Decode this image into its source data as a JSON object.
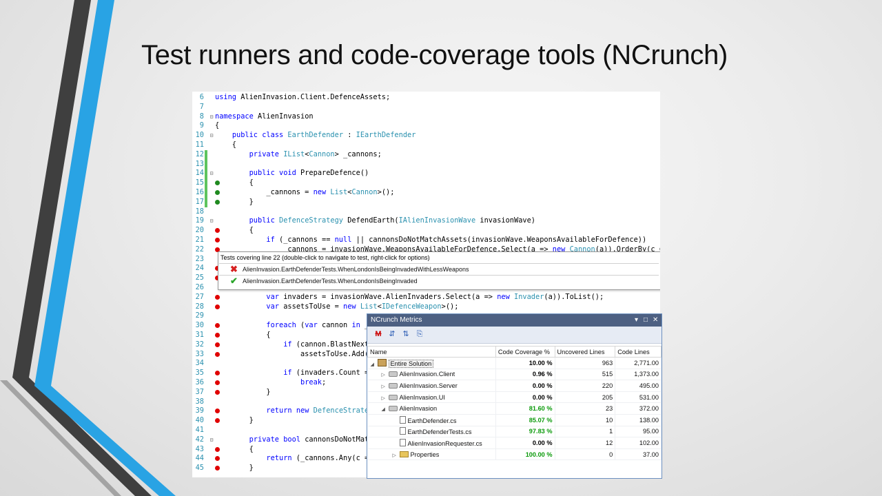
{
  "slide": {
    "title": "Test runners and code-coverage tools (NCrunch)"
  },
  "colors": {
    "accent_blue": "#29a3e4",
    "accent_dark": "#3d3d3d",
    "covered_marker": "#1f8a1f",
    "uncovered_marker": "#e00000",
    "good_coverage_text": "#0b9a0b"
  },
  "editor": {
    "lines": [
      {
        "n": "6",
        "code": "using AlienInvasion.Client.DefenceAssets;",
        "marker": "",
        "outline": ""
      },
      {
        "n": "7",
        "code": "",
        "marker": "",
        "outline": ""
      },
      {
        "n": "8",
        "code": "namespace AlienInvasion",
        "marker": "",
        "outline": "minus"
      },
      {
        "n": "9",
        "code": "{",
        "marker": "",
        "outline": ""
      },
      {
        "n": "10",
        "code": "    public class EarthDefender : IEarthDefender",
        "marker": "",
        "outline": "minus"
      },
      {
        "n": "11",
        "code": "    {",
        "marker": "",
        "outline": ""
      },
      {
        "n": "12",
        "code": "        private IList<Cannon> _cannons;",
        "marker": "",
        "outline": ""
      },
      {
        "n": "13",
        "code": "",
        "marker": "",
        "outline": ""
      },
      {
        "n": "14",
        "code": "        public void PrepareDefence()",
        "marker": "",
        "outline": "minus"
      },
      {
        "n": "15",
        "code": "        {",
        "marker": "green",
        "outline": ""
      },
      {
        "n": "16",
        "code": "            _cannons = new List<Cannon>();",
        "marker": "green",
        "outline": ""
      },
      {
        "n": "17",
        "code": "        }",
        "marker": "green",
        "outline": ""
      },
      {
        "n": "18",
        "code": "",
        "marker": "",
        "outline": ""
      },
      {
        "n": "19",
        "code": "        public DefenceStrategy DefendEarth(IAlienInvasionWave invasionWave)",
        "marker": "",
        "outline": "minus"
      },
      {
        "n": "20",
        "code": "        {",
        "marker": "red",
        "outline": ""
      },
      {
        "n": "21",
        "code": "            if (_cannons == null || cannonsDoNotMatchAssets(invasionWave.WeaponsAvailableForDefence))",
        "marker": "red",
        "outline": ""
      },
      {
        "n": "22",
        "code": "                _cannons = invasionWave.WeaponsAvailableForDefence.Select(a => new Cannon(a)).OrderBy(c =>",
        "marker": "red",
        "outline": ""
      },
      {
        "n": "23",
        "code": "",
        "marker": "",
        "outline": ""
      },
      {
        "n": "24",
        "code": "",
        "marker": "red",
        "outline": ""
      },
      {
        "n": "25",
        "code": "",
        "marker": "red",
        "outline": ""
      },
      {
        "n": "26",
        "code": "",
        "marker": "",
        "outline": ""
      },
      {
        "n": "27",
        "code": "            var invaders = invasionWave.AlienInvaders.Select(a => new Invader(a)).ToList();",
        "marker": "red",
        "outline": ""
      },
      {
        "n": "28",
        "code": "            var assetsToUse = new List<IDefenceWeapon>();",
        "marker": "red",
        "outline": ""
      },
      {
        "n": "29",
        "code": "",
        "marker": "",
        "outline": ""
      },
      {
        "n": "30",
        "code": "            foreach (var cannon in _",
        "marker": "red",
        "outline": ""
      },
      {
        "n": "31",
        "code": "            {",
        "marker": "red",
        "outline": ""
      },
      {
        "n": "32",
        "code": "                if (cannon.BlastNext",
        "marker": "red",
        "outline": ""
      },
      {
        "n": "33",
        "code": "                    assetsToUse.Add(",
        "marker": "red",
        "outline": ""
      },
      {
        "n": "34",
        "code": "",
        "marker": "",
        "outline": ""
      },
      {
        "n": "35",
        "code": "                if (invaders.Count =",
        "marker": "red",
        "outline": ""
      },
      {
        "n": "36",
        "code": "                    break;",
        "marker": "red",
        "outline": ""
      },
      {
        "n": "37",
        "code": "            }",
        "marker": "red",
        "outline": ""
      },
      {
        "n": "38",
        "code": "",
        "marker": "",
        "outline": ""
      },
      {
        "n": "39",
        "code": "            return new DefenceStrate",
        "marker": "red",
        "outline": ""
      },
      {
        "n": "40",
        "code": "        }",
        "marker": "red",
        "outline": ""
      },
      {
        "n": "41",
        "code": "",
        "marker": "",
        "outline": ""
      },
      {
        "n": "42",
        "code": "        private bool cannonsDoNotMat",
        "marker": "",
        "outline": "minus"
      },
      {
        "n": "43",
        "code": "        {",
        "marker": "red",
        "outline": ""
      },
      {
        "n": "44",
        "code": "            return (_cannons.Any(c =",
        "marker": "red",
        "outline": ""
      },
      {
        "n": "45",
        "code": "        }",
        "marker": "red",
        "outline": ""
      }
    ]
  },
  "tooltip": {
    "header": "Tests covering line 22 (double-click to navigate to test, right-click for options)",
    "tests": [
      {
        "name": "AlienInvasion.EarthDefenderTests.WhenLondonIsBeingInvadedWithLessWeapons",
        "status": "fail",
        "icon": "cross-icon"
      },
      {
        "name": "AlienInvasion.EarthDefenderTests.WhenLondonIsBeingInvaded",
        "status": "pass",
        "icon": "check-icon"
      }
    ]
  },
  "metrics": {
    "title": "NCrunch Metrics",
    "controls": [
      "▾",
      "□",
      "✕"
    ],
    "toolbar": [
      {
        "icon": "metrics-m-icon",
        "glyph": "M"
      },
      {
        "icon": "expand-all-icon",
        "glyph": "⇵"
      },
      {
        "icon": "collapse-all-icon",
        "glyph": "⇅"
      },
      {
        "icon": "export-icon",
        "glyph": "⎘"
      }
    ],
    "columns": [
      "Name",
      "Code Coverage %",
      "Uncovered Lines",
      "Code Lines"
    ],
    "rows": [
      {
        "name": "Entire Solution",
        "coverage": "10.00 %",
        "uncovered": "963",
        "lines": "2,771.00",
        "indent": 0,
        "expander": "◢",
        "icon": "solution",
        "cov_style": "zero",
        "selected": true
      },
      {
        "name": "AlienInvasion.Client",
        "coverage": "0.96 %",
        "uncovered": "515",
        "lines": "1,373.00",
        "indent": 1,
        "expander": "▷",
        "icon": "project",
        "cov_style": "zero"
      },
      {
        "name": "AlienInvasion.Server",
        "coverage": "0.00 %",
        "uncovered": "220",
        "lines": "495.00",
        "indent": 1,
        "expander": "▷",
        "icon": "project",
        "cov_style": "zero"
      },
      {
        "name": "AlienInvasion.UI",
        "coverage": "0.00 %",
        "uncovered": "205",
        "lines": "531.00",
        "indent": 1,
        "expander": "▷",
        "icon": "project",
        "cov_style": "zero"
      },
      {
        "name": "AlienInvasion",
        "coverage": "81.60 %",
        "uncovered": "23",
        "lines": "372.00",
        "indent": 1,
        "expander": "◢",
        "icon": "project",
        "cov_style": "good"
      },
      {
        "name": "EarthDefender.cs",
        "coverage": "85.07 %",
        "uncovered": "10",
        "lines": "138.00",
        "indent": 2,
        "expander": "",
        "icon": "file",
        "cov_style": "good"
      },
      {
        "name": "EarthDefenderTests.cs",
        "coverage": "97.83 %",
        "uncovered": "1",
        "lines": "95.00",
        "indent": 2,
        "expander": "",
        "icon": "file",
        "cov_style": "good"
      },
      {
        "name": "AlienInvasionRequester.cs",
        "coverage": "0.00 %",
        "uncovered": "12",
        "lines": "102.00",
        "indent": 2,
        "expander": "",
        "icon": "file",
        "cov_style": "zero"
      },
      {
        "name": "Properties",
        "coverage": "100.00 %",
        "uncovered": "0",
        "lines": "37.00",
        "indent": 2,
        "expander": "▷",
        "icon": "folder",
        "cov_style": "good"
      }
    ]
  }
}
